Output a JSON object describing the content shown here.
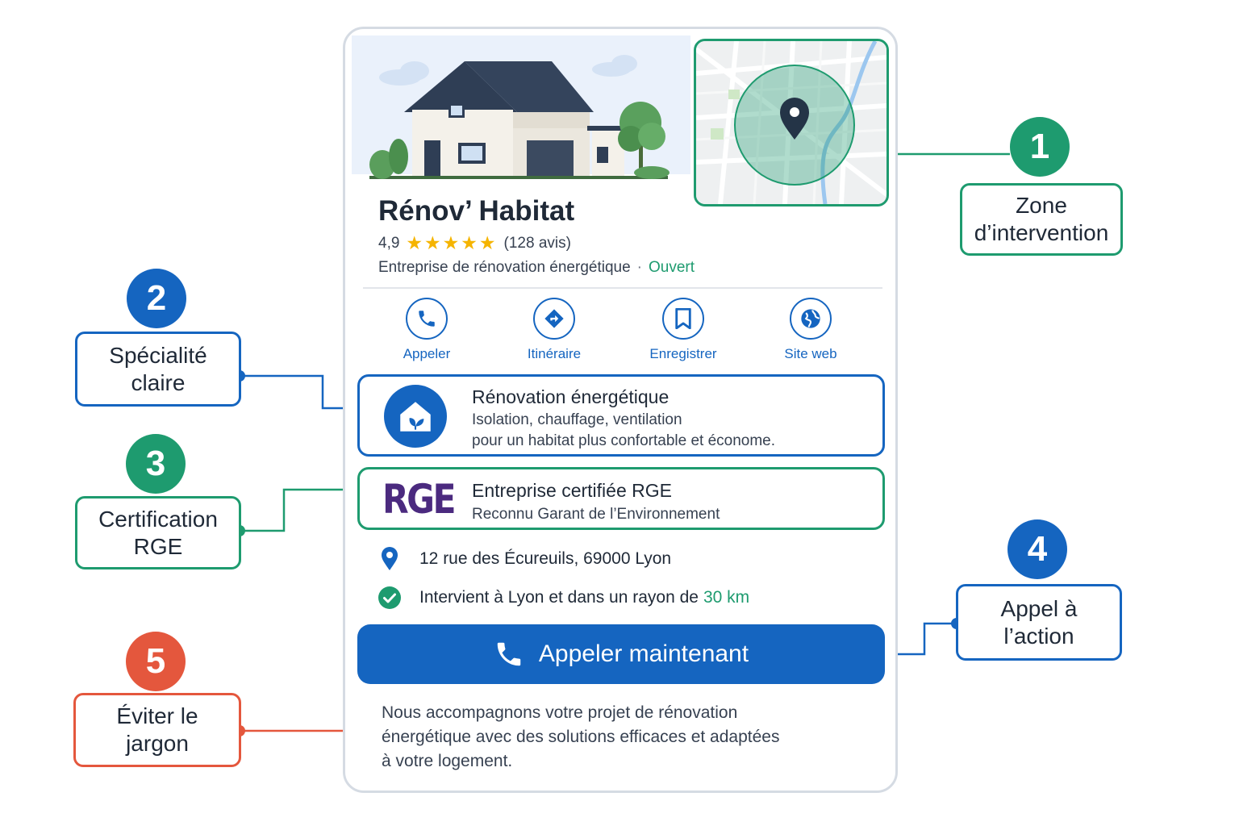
{
  "business": {
    "name": "Rénov’ Habitat",
    "rating": "4,9",
    "stars": "★★★★★",
    "reviews": "(128 avis)",
    "category": "Entreprise de rénovation énergétique",
    "separator": "·",
    "status": "Ouvert"
  },
  "actions": [
    {
      "label": "Appeler",
      "icon": "phone-icon"
    },
    {
      "label": "Itinéraire",
      "icon": "directions-icon"
    },
    {
      "label": "Enregistrer",
      "icon": "bookmark-icon"
    },
    {
      "label": "Site web",
      "icon": "globe-icon"
    }
  ],
  "specialty": {
    "title": "Rénovation énergétique",
    "desc_line1": "Isolation, chauffage, ventilation",
    "desc_line2": "pour un habitat plus confortable et économe."
  },
  "certification": {
    "logo": "RGE",
    "title": "Entreprise certifiée RGE",
    "desc": "Reconnu Garant de l’Environnement"
  },
  "address": "12 rue des Écureuils, 69000 Lyon",
  "area": {
    "text": "Intervient à Lyon et dans un rayon de",
    "radius": "30 km"
  },
  "cta": {
    "label": "Appeler maintenant"
  },
  "description": {
    "line1": "Nous accompagnons votre projet de rénovation",
    "line2": "énergétique avec des solutions efficaces et adaptées",
    "line3": "à votre logement."
  },
  "annotations": [
    {
      "number": "1",
      "line1": "Zone",
      "line2": "d’intervention",
      "color": "#1e9b6f"
    },
    {
      "number": "2",
      "line1": "Spécialité",
      "line2": "claire",
      "color": "#1565c0"
    },
    {
      "number": "3",
      "line1": "Certification",
      "line2": "RGE",
      "color": "#1e9b6f"
    },
    {
      "number": "4",
      "line1": "Appel à",
      "line2": "l’action",
      "color": "#1565c0"
    },
    {
      "number": "5",
      "line1": "Éviter le",
      "line2": "jargon",
      "color": "#e4573d"
    }
  ],
  "colors": {
    "green": "#1e9b6f",
    "blue": "#1565c0",
    "red": "#e4573d",
    "rge_purple": "#4b2a7f",
    "star": "#f5b400"
  }
}
